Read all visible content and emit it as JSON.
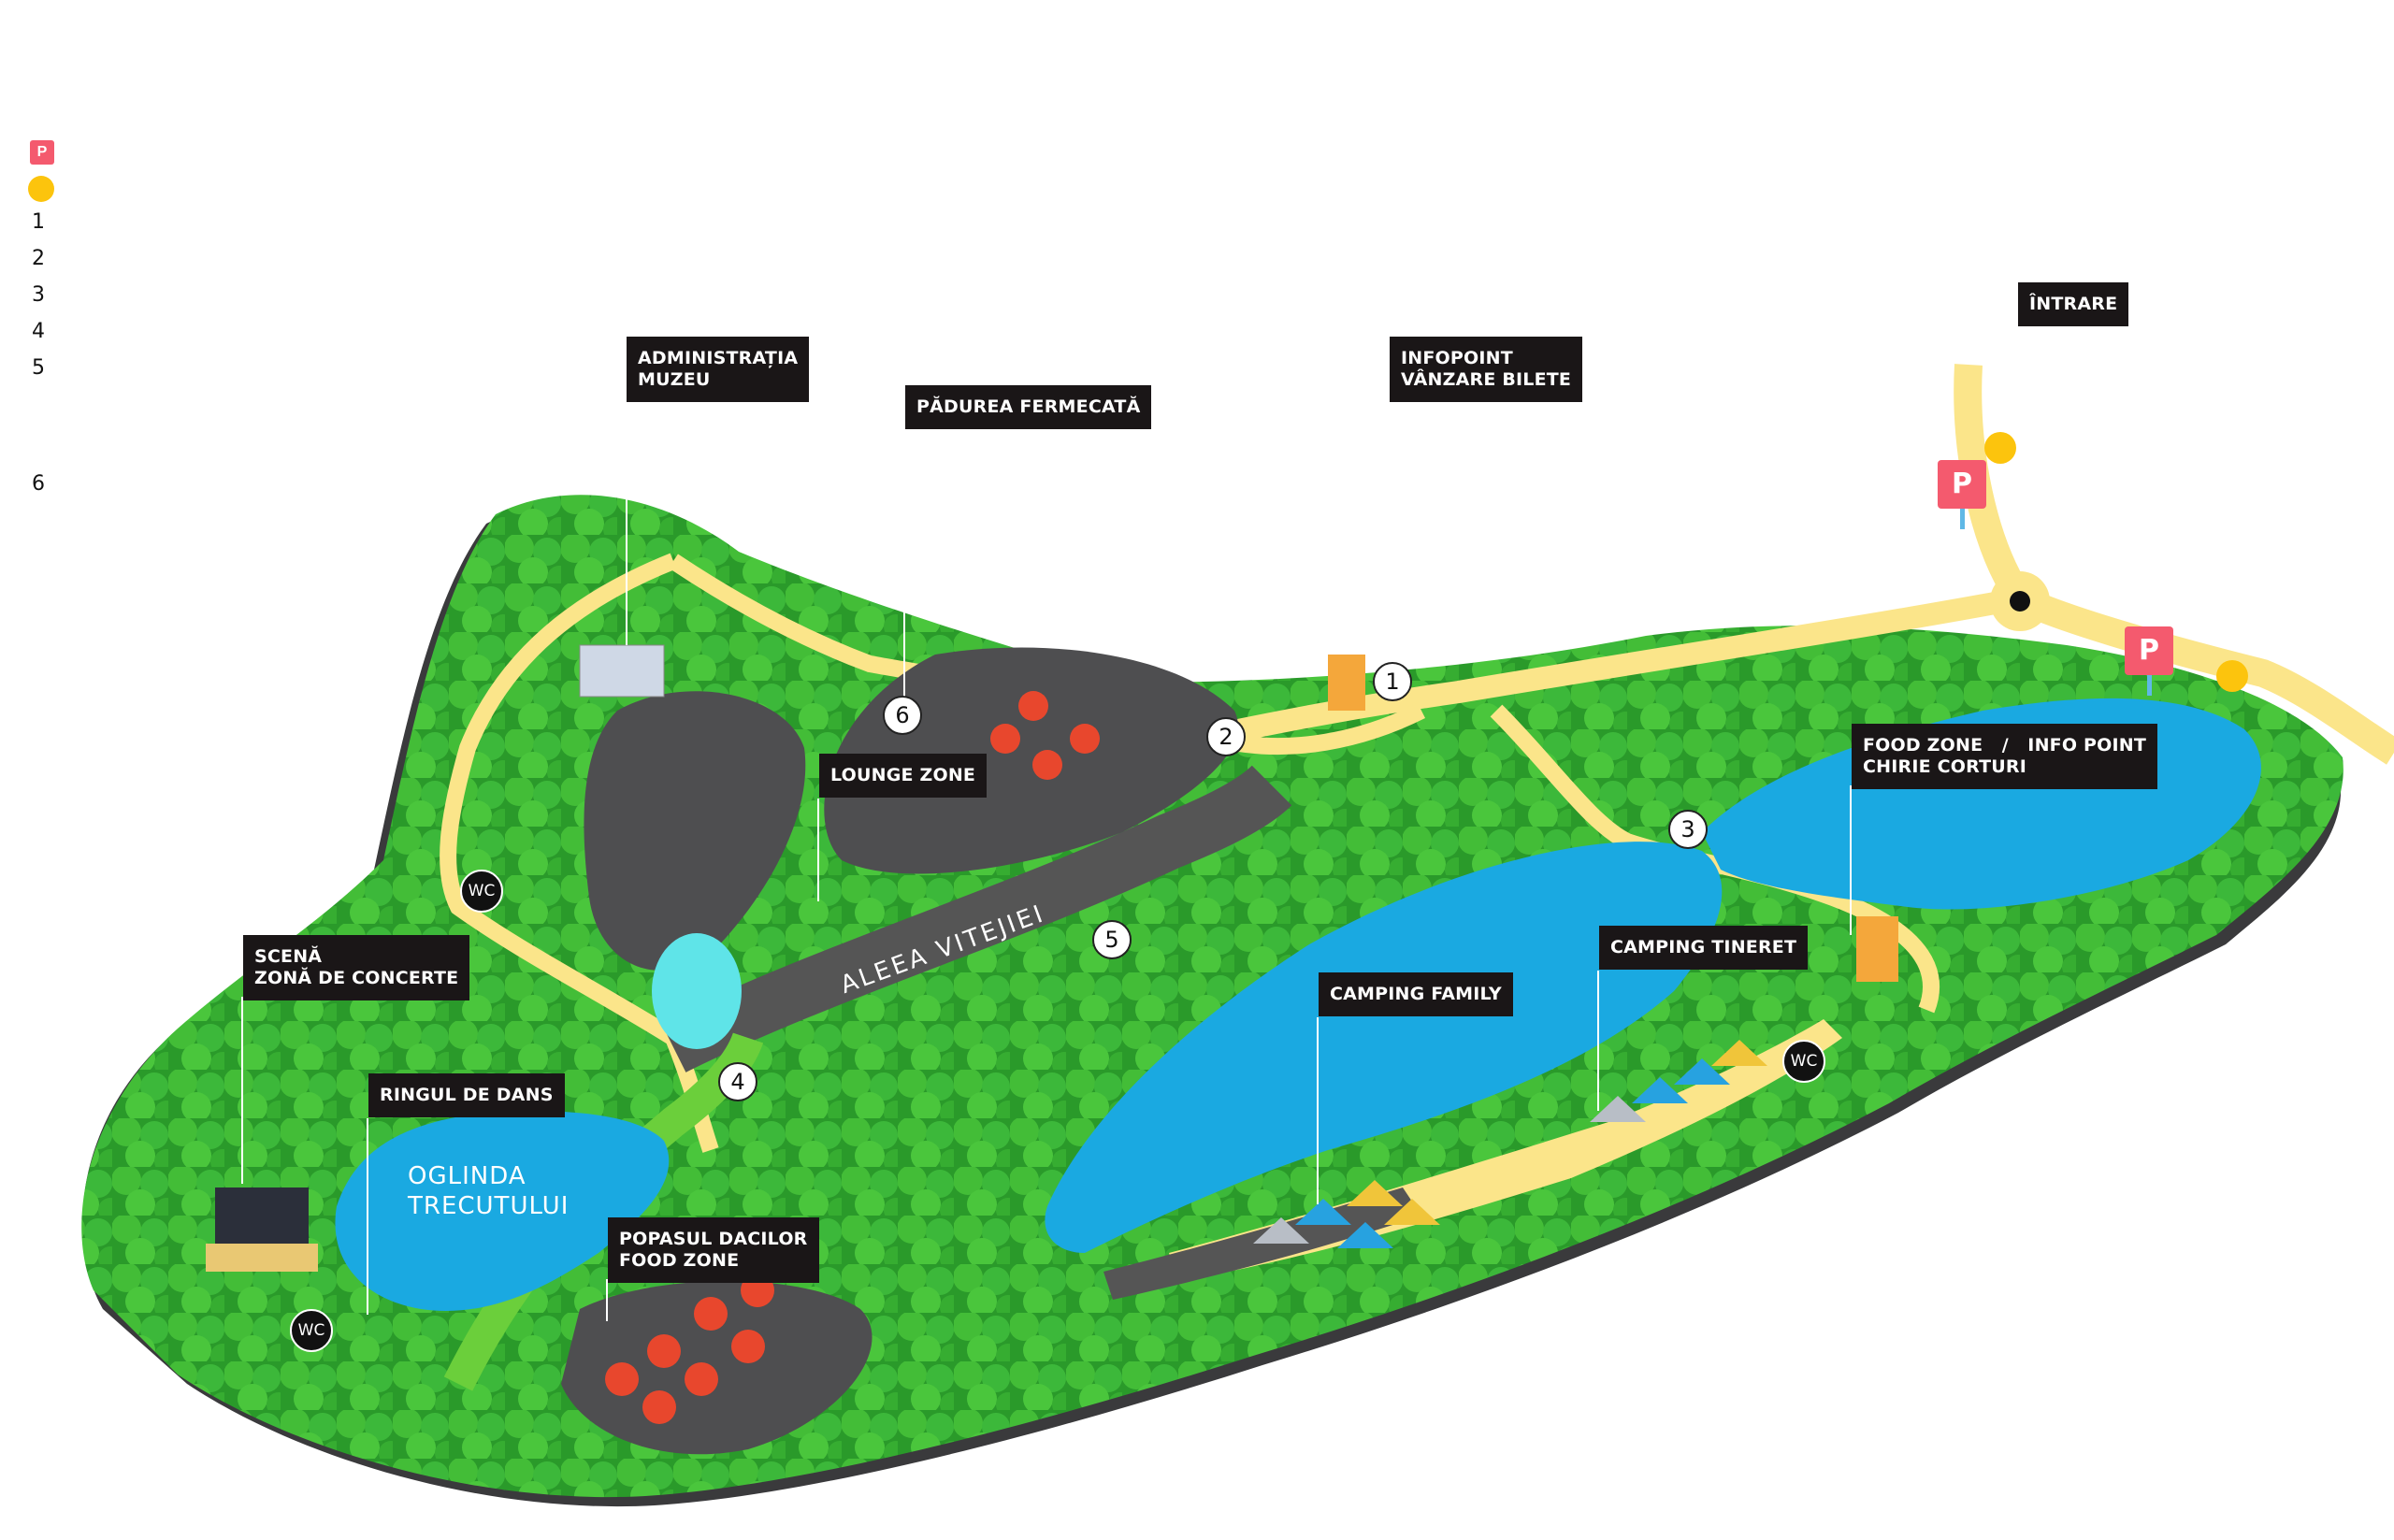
{
  "legend": {
    "parking_icon": "P",
    "numbers": [
      "1",
      "2",
      "3",
      "4",
      "5",
      "6"
    ]
  },
  "labels": {
    "intrare": "ÎNTRARE",
    "administratia": "ADMINISTRAȚIA\nMUZEU",
    "padurea": "PĂDUREA FERMECATĂ",
    "infopoint": "INFOPOINT\nVÂNZARE BILETE",
    "lounge": "LOUNGE ZONE",
    "food_zone_info": "FOOD ZONE   /   INFO POINT\nCHIRIE CORTURI",
    "scena": "SCENĂ\nZONĂ DE CONCERTE",
    "camping_tineret": "CAMPING TINERET",
    "camping_family": "CAMPING FAMILY",
    "ringul": "RINGUL DE DANS",
    "popasul": "POPASUL DACILOR\nFOOD ZONE"
  },
  "map_text": {
    "lake": "OGLINDA\nTRECUTULUI",
    "road": "ALEEA VITEJIEI",
    "wc": "WC",
    "parking": "P"
  },
  "markers": [
    "1",
    "2",
    "3",
    "4",
    "5",
    "6"
  ],
  "colors": {
    "parking": "#f45a6e",
    "yellow_dot": "#fcc40d",
    "water": "#1aa9e1",
    "forest": "#3cb83a",
    "path": "#fbe58a",
    "ground": "#4a4a4a",
    "label_bg": "#1a1617"
  }
}
